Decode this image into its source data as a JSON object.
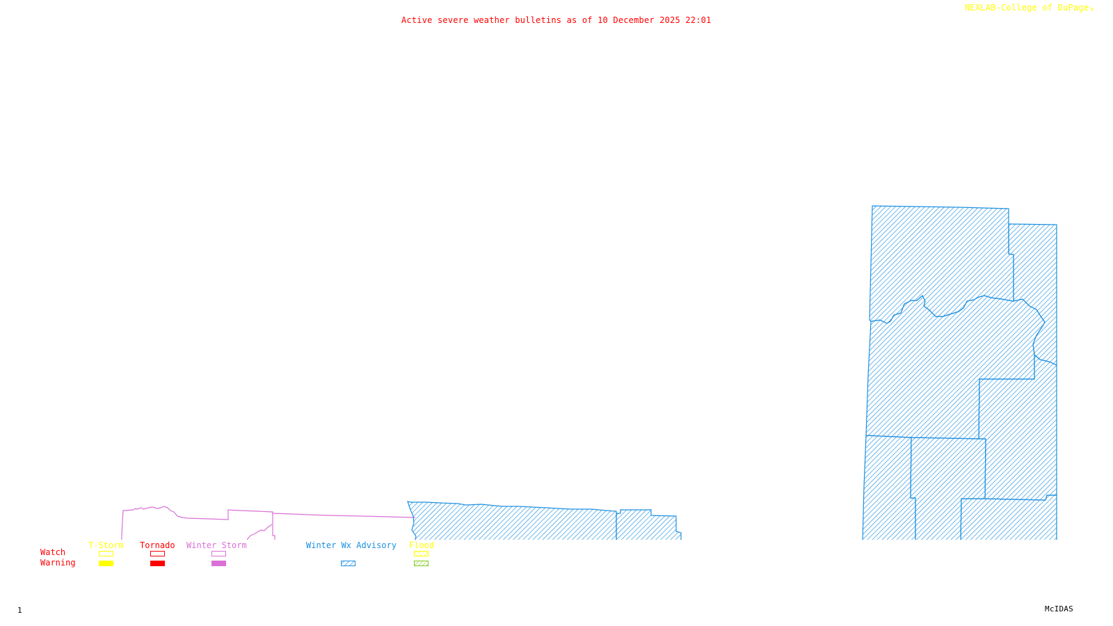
{
  "header": {
    "title": "Active severe weather bulletins as of 10 December 2025 22:01",
    "credit": "NEXLAB-College of DuPage",
    "credit_icon": "nexlab-logo-icon"
  },
  "footer": {
    "frame_number": "1",
    "software": "McIDAS"
  },
  "legend": {
    "row_labels": {
      "watch": "Watch",
      "warning": "Warning"
    },
    "categories": [
      {
        "id": "tstorm",
        "label": "T-Storm",
        "color": "#ffff00",
        "watch_style": "outline",
        "warning_style": "solid"
      },
      {
        "id": "tornado",
        "label": "Tornado",
        "color": "#ff0000",
        "watch_style": "outline",
        "warning_style": "solid"
      },
      {
        "id": "winter-storm",
        "label": "Winter Storm",
        "color": "#da70d6",
        "watch_style": "outline",
        "warning_style": "solid"
      },
      {
        "id": "winter-wx-advisory",
        "label": "Winter Wx Advisory",
        "color": "#1e90e0",
        "watch_style": "none",
        "warning_style": "hatched"
      },
      {
        "id": "flood",
        "label": "Flood",
        "color": "#ffff00",
        "watch_style": "hatched",
        "warning_style": "hatched",
        "warning_color": "#7fcc22"
      }
    ]
  },
  "colors": {
    "title": "#ff0000",
    "credit": "#ffff00",
    "advisory": "#1e90e0",
    "winter_storm": "#da70d6",
    "background": "#ffffff"
  },
  "map": {
    "active_areas": [
      {
        "type": "Winter Storm Watch",
        "region": "southern-central outline"
      },
      {
        "type": "Winter Wx Advisory",
        "region": "south-central hatched counties"
      },
      {
        "type": "Winter Wx Advisory",
        "region": "eastern hatched counties"
      }
    ]
  }
}
